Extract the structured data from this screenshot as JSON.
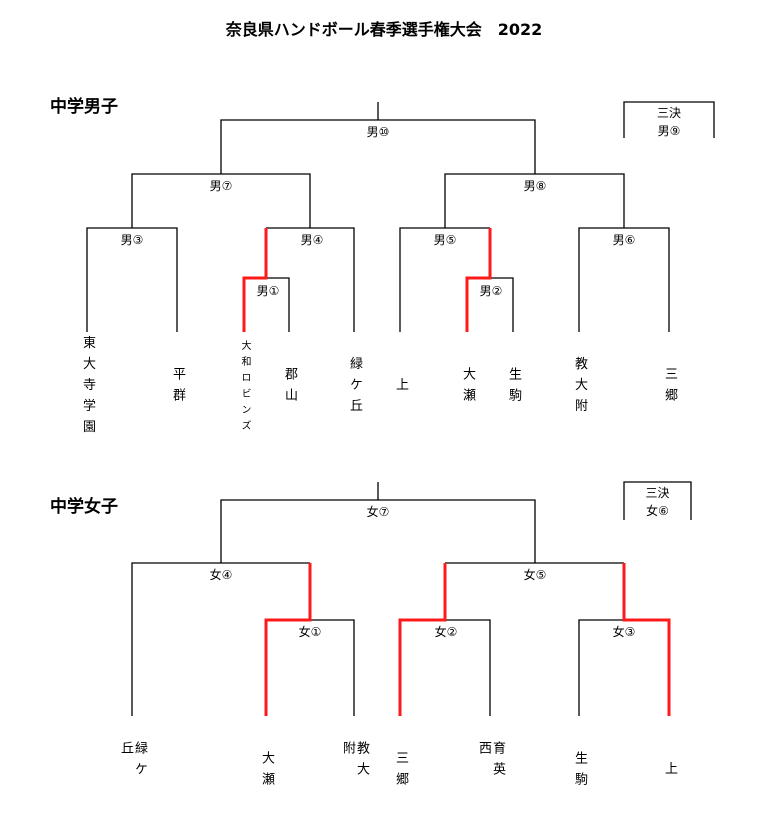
{
  "title": "奈良県ハンドボール春季選手権大会　2022",
  "boys": {
    "heading": "中学男子",
    "matches": {
      "m1": "男①",
      "m2": "男②",
      "m3": "男③",
      "m4": "男④",
      "m5": "男⑤",
      "m6": "男⑥",
      "m7": "男⑦",
      "m8": "男⑧",
      "m10": "男⑩"
    },
    "third_place": {
      "label": "三決",
      "match": "男⑨"
    },
    "teams": [
      "東大寺学園",
      "平群",
      "大和ロビンズ",
      "郡山",
      "緑ケ丘",
      "上",
      "大瀬",
      "生駒",
      "教大附",
      "三郷"
    ]
  },
  "girls": {
    "heading": "中学女子",
    "matches": {
      "m1": "女①",
      "m2": "女②",
      "m3": "女③",
      "m4": "女④",
      "m5": "女⑤",
      "m7": "女⑦"
    },
    "third_place": {
      "label": "三決",
      "match": "女⑥"
    },
    "teams": [
      "緑ケ丘",
      "大瀬",
      "教大附",
      "三郷",
      "育英西",
      "生駒",
      "上"
    ]
  },
  "colors": {
    "line": "#000000",
    "winner": "#ff1a1a"
  }
}
